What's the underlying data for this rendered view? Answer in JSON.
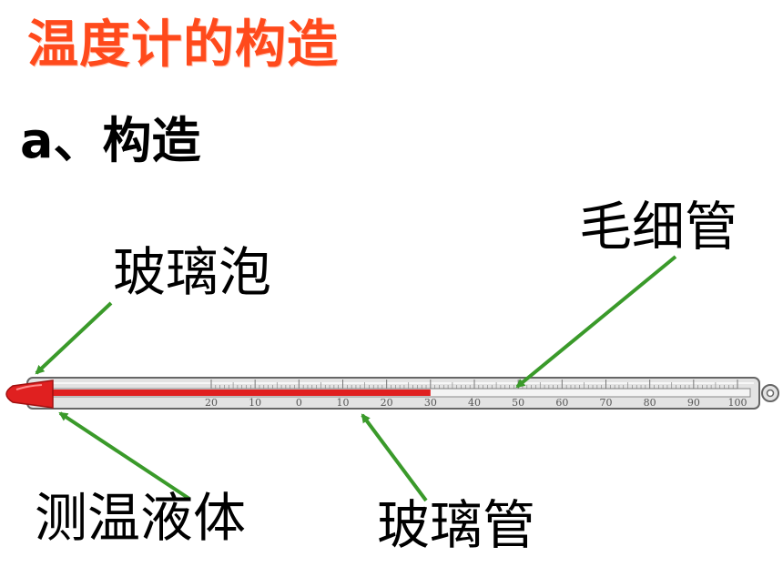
{
  "title": "温度计的构造",
  "subtitle": "a、构造",
  "labels": {
    "bulb": "玻璃泡",
    "capillary": "毛细管",
    "liquid": "测温液体",
    "tube": "玻璃管"
  },
  "scale": {
    "tick_labels": [
      "20",
      "10",
      "0",
      "10",
      "20",
      "30",
      "40",
      "50",
      "60",
      "70",
      "80",
      "90",
      "100"
    ],
    "min": -20,
    "max": 100,
    "liquid_level": 30
  },
  "colors": {
    "title": "#ff4a1c",
    "liquid": "#e02020",
    "arrow": "#3a9a2a",
    "glass": "#d9d9d9"
  }
}
